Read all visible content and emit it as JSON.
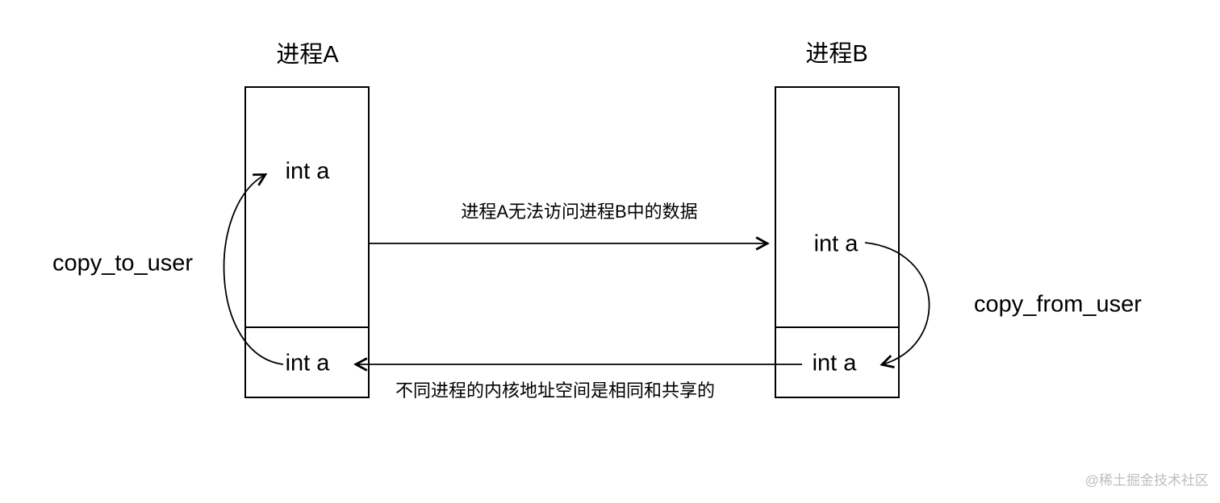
{
  "diagram": {
    "process_a": {
      "title": "进程A",
      "user_space_var": "int a",
      "kernel_space_var": "int a"
    },
    "process_b": {
      "title": "进程B",
      "user_space_var": "int a",
      "kernel_space_var": "int a"
    },
    "arrows": {
      "user_space_note": "进程A无法访问进程B中的数据",
      "kernel_space_note": "不同进程的内核地址空间是相同和共享的",
      "copy_to_user_label": "copy_to_user",
      "copy_from_user_label": "copy_from_user"
    },
    "watermark": "@稀土掘金技术社区",
    "colors": {
      "line": "#000000",
      "watermark": "#bdbdbd",
      "background": "#ffffff"
    }
  }
}
